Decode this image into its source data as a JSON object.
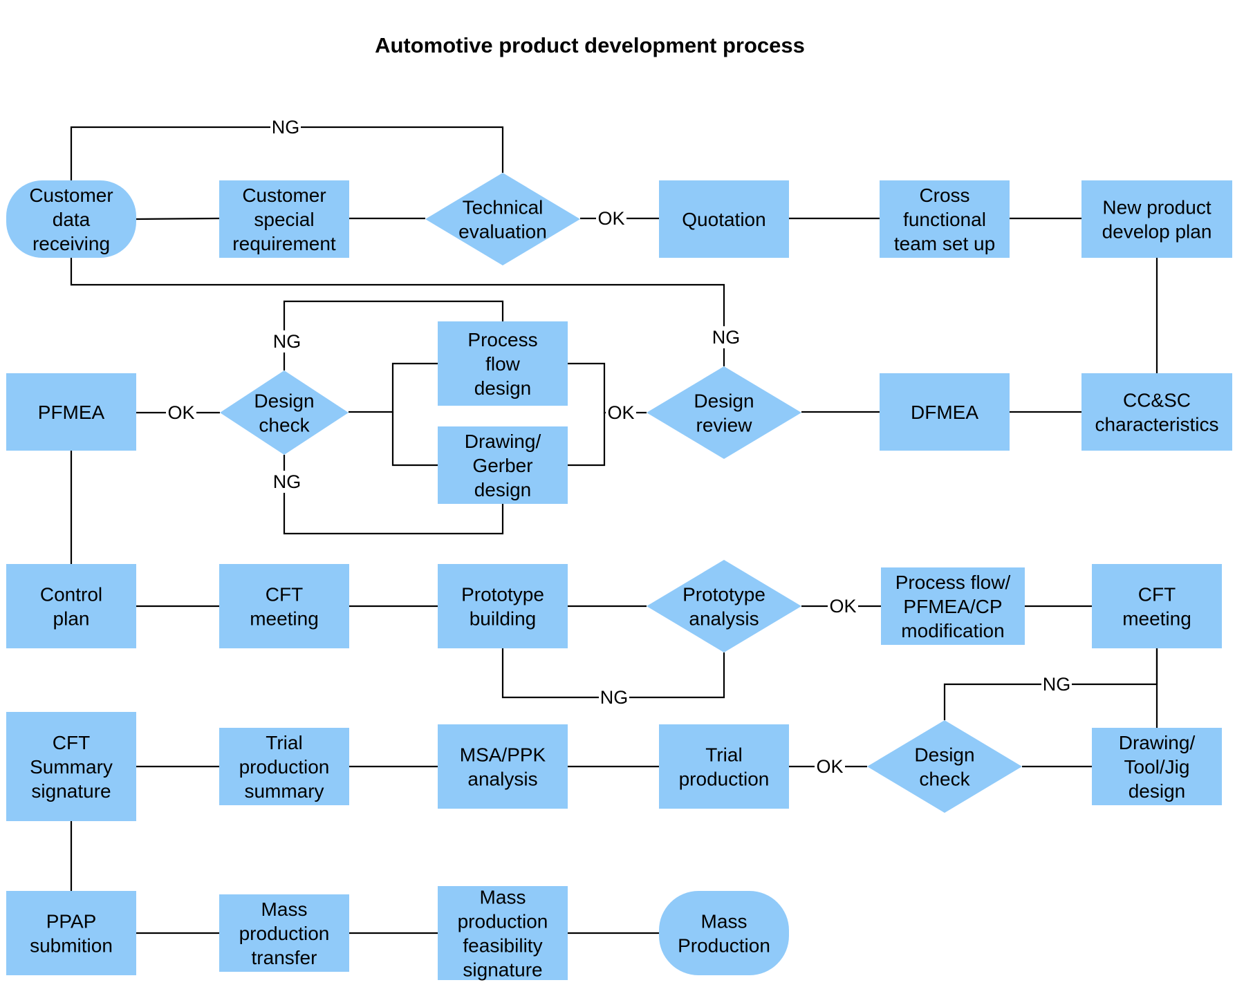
{
  "title": "Automotive product development process",
  "colors": {
    "node_fill": "#90caf9",
    "line": "#000000",
    "background": "#ffffff"
  },
  "nodes": [
    {
      "id": "n1",
      "shape": "terminal",
      "lines": [
        "Customer",
        "data",
        "receiving"
      ]
    },
    {
      "id": "n2",
      "shape": "process",
      "lines": [
        "Customer",
        "special",
        "requirement"
      ]
    },
    {
      "id": "n3",
      "shape": "decision",
      "lines": [
        "Technical",
        "evaluation"
      ]
    },
    {
      "id": "n4",
      "shape": "process",
      "lines": [
        "Quotation"
      ]
    },
    {
      "id": "n5",
      "shape": "process",
      "lines": [
        "Cross",
        "functional",
        "team set up"
      ]
    },
    {
      "id": "n6",
      "shape": "process",
      "lines": [
        "New product",
        "develop plan"
      ]
    },
    {
      "id": "n7",
      "shape": "process",
      "lines": [
        "PFMEA"
      ]
    },
    {
      "id": "n8",
      "shape": "decision",
      "lines": [
        "Design",
        "check"
      ]
    },
    {
      "id": "n9",
      "shape": "process",
      "lines": [
        "Process",
        "flow",
        "design"
      ]
    },
    {
      "id": "n10",
      "shape": "process",
      "lines": [
        "Drawing/",
        "Gerber",
        "design"
      ]
    },
    {
      "id": "n11",
      "shape": "decision",
      "lines": [
        "Design",
        "review"
      ]
    },
    {
      "id": "n12",
      "shape": "process",
      "lines": [
        "DFMEA"
      ]
    },
    {
      "id": "n13",
      "shape": "process",
      "lines": [
        "CC&SC",
        "characteristics"
      ]
    },
    {
      "id": "n14",
      "shape": "process",
      "lines": [
        "Control",
        "plan"
      ]
    },
    {
      "id": "n15",
      "shape": "process",
      "lines": [
        "CFT",
        "meeting"
      ]
    },
    {
      "id": "n16",
      "shape": "process",
      "lines": [
        "Prototype",
        "building"
      ]
    },
    {
      "id": "n17",
      "shape": "decision",
      "lines": [
        "Prototype",
        "analysis"
      ]
    },
    {
      "id": "n18",
      "shape": "process",
      "lines": [
        "Process flow/",
        "PFMEA/CP",
        "modification"
      ]
    },
    {
      "id": "n19",
      "shape": "process",
      "lines": [
        "CFT",
        "meeting"
      ]
    },
    {
      "id": "n20",
      "shape": "process",
      "lines": [
        "CFT",
        "Summary",
        "signature"
      ]
    },
    {
      "id": "n21",
      "shape": "process",
      "lines": [
        "Trial",
        "production",
        "summary"
      ]
    },
    {
      "id": "n22",
      "shape": "process",
      "lines": [
        "MSA/PPK",
        "analysis"
      ]
    },
    {
      "id": "n23",
      "shape": "process",
      "lines": [
        "Trial",
        "production"
      ]
    },
    {
      "id": "n24",
      "shape": "decision",
      "lines": [
        "Design",
        "check"
      ]
    },
    {
      "id": "n25",
      "shape": "process",
      "lines": [
        "Drawing/",
        "Tool/Jig",
        "design"
      ]
    },
    {
      "id": "n26",
      "shape": "process",
      "lines": [
        "PPAP",
        "submition"
      ]
    },
    {
      "id": "n27",
      "shape": "process",
      "lines": [
        "Mass",
        "production",
        "transfer"
      ]
    },
    {
      "id": "n28",
      "shape": "process",
      "lines": [
        "Mass",
        "production",
        "feasibility",
        "signature"
      ]
    },
    {
      "id": "n29",
      "shape": "terminal",
      "lines": [
        "Mass",
        "Production"
      ]
    }
  ],
  "edges": [
    {
      "from": "n1",
      "to": "n2"
    },
    {
      "from": "n2",
      "to": "n3"
    },
    {
      "from": "n3",
      "to": "n1",
      "label": "NG"
    },
    {
      "from": "n3",
      "to": "n4",
      "label": "OK"
    },
    {
      "from": "n4",
      "to": "n5"
    },
    {
      "from": "n5",
      "to": "n6"
    },
    {
      "from": "n6",
      "to": "n13"
    },
    {
      "from": "n13",
      "to": "n12"
    },
    {
      "from": "n12",
      "to": "n11"
    },
    {
      "from": "n11",
      "to": "n1",
      "label": "NG"
    },
    {
      "from": "n11",
      "to": "n9",
      "label": "OK"
    },
    {
      "from": "n11",
      "to": "n10",
      "label": "OK"
    },
    {
      "from": "n9",
      "to": "n8"
    },
    {
      "from": "n10",
      "to": "n8"
    },
    {
      "from": "n8",
      "to": "n9",
      "label": "NG"
    },
    {
      "from": "n8",
      "to": "n10",
      "label": "NG"
    },
    {
      "from": "n8",
      "to": "n7",
      "label": "OK"
    },
    {
      "from": "n7",
      "to": "n14"
    },
    {
      "from": "n14",
      "to": "n15"
    },
    {
      "from": "n15",
      "to": "n16"
    },
    {
      "from": "n16",
      "to": "n17"
    },
    {
      "from": "n17",
      "to": "n16",
      "label": "NG"
    },
    {
      "from": "n17",
      "to": "n18",
      "label": "OK"
    },
    {
      "from": "n18",
      "to": "n19"
    },
    {
      "from": "n19",
      "to": "n25"
    },
    {
      "from": "n25",
      "to": "n24"
    },
    {
      "from": "n24",
      "to": "n19",
      "label": "NG"
    },
    {
      "from": "n24",
      "to": "n23",
      "label": "OK"
    },
    {
      "from": "n23",
      "to": "n22"
    },
    {
      "from": "n22",
      "to": "n21"
    },
    {
      "from": "n21",
      "to": "n20"
    },
    {
      "from": "n20",
      "to": "n26"
    },
    {
      "from": "n26",
      "to": "n27"
    },
    {
      "from": "n27",
      "to": "n28"
    },
    {
      "from": "n28",
      "to": "n29"
    }
  ]
}
